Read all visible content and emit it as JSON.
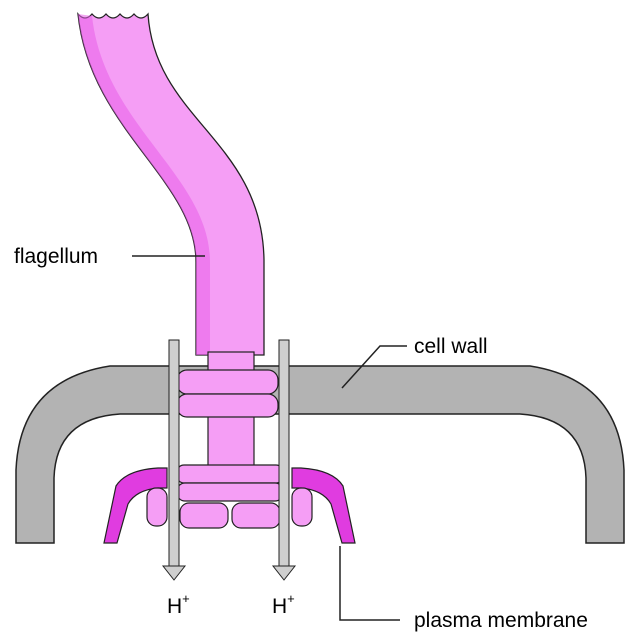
{
  "labels": {
    "flagellum": "flagellum",
    "cell_wall": "cell wall",
    "plasma_membrane": "plasma membrane"
  },
  "ions": {
    "left": {
      "base": "H",
      "charge": "+"
    },
    "right": {
      "base": "H",
      "charge": "+"
    }
  },
  "colors": {
    "flagellum_fill": "#f59ef5",
    "flagellum_shade": "#e85ee8",
    "membrane": "#e03ce0",
    "cell_wall": "#b3b3b3",
    "arrow": "#cfcfcf",
    "outline": "#222222"
  }
}
